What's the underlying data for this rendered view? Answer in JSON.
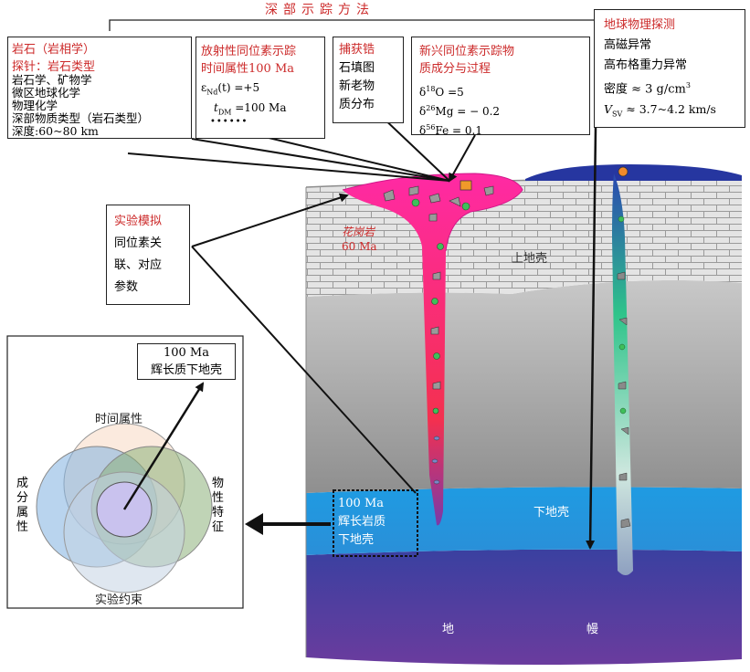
{
  "header": {
    "title": "深部示踪方法"
  },
  "boxes": {
    "petrology": {
      "lines": [
        "岩石（岩相学）",
        "探针：岩石类型",
        "岩石学、矿物学",
        "微区地球化学",
        "物理化学",
        "深部物质类型（岩石类型）",
        "深度:60~80 km"
      ]
    },
    "isotope_time": {
      "title_line1": "放射性同位素示踪",
      "title_line2": "时间属性100 Ma",
      "eps": "ε",
      "eps_sub": "Nd",
      "eps_tail": "(t) =+5",
      "tdm": "t",
      "tdm_sub": "DM",
      "tdm_tail": " =100 Ma",
      "dots": "••••••"
    },
    "xenocryst": {
      "lines": [
        "捕获锆",
        "石填图",
        "新老物",
        "质分布"
      ]
    },
    "new_isotope": {
      "title_line1": "新兴同位素示踪物",
      "title_line2": "质成分与过程",
      "o": {
        "sym": "δ",
        "mass": "18",
        "el": "O",
        "val": " =5"
      },
      "mg": {
        "sym": "δ",
        "mass": "26",
        "el": "Mg",
        "val": " = − 0.2"
      },
      "fe": {
        "sym": "δ",
        "mass": "56",
        "el": "Fe",
        "val": " = 0.1"
      }
    },
    "geophysics": {
      "title": "地球物理探测",
      "l1": "高磁异常",
      "l2": "高布格重力异常",
      "l3": "密度 ≈ 3 g/cm",
      "l3_sup": "3",
      "l4_v": "V",
      "l4_sub": "SV",
      "l4_tail": " ≈ 3.7~4.2 km/s"
    },
    "experiment": {
      "title": "实验模拟",
      "lines": [
        "同位素关",
        "联、对应",
        "参数"
      ]
    }
  },
  "cross_section": {
    "granite_label_1": "花岗岩",
    "granite_label_2": "60 Ma",
    "upper_crust": "上地壳",
    "lower_crust": "下地壳",
    "mantle_1": "地",
    "mantle_2": "幔",
    "lower_crust_source": {
      "lines": [
        "100 Ma",
        "辉长岩质",
        "下地壳"
      ]
    }
  },
  "venn": {
    "target_lines": [
      "100 Ma",
      "辉长质下地壳"
    ],
    "top": "时间属性",
    "left": [
      "成",
      "分",
      "属",
      "性"
    ],
    "right": [
      "物",
      "性",
      "特",
      "征"
    ],
    "bottom": "实验约束"
  },
  "colors": {
    "granite": "#ff2aa4",
    "upper_crust": "#dcdcdc",
    "middle_crust": "#a9a9a9",
    "lower_crust": "#22a0e6",
    "mantle_top": "#3b3f9c",
    "mantle_bottom": "#6b3a9c",
    "label_red": "#cc2a2a"
  }
}
